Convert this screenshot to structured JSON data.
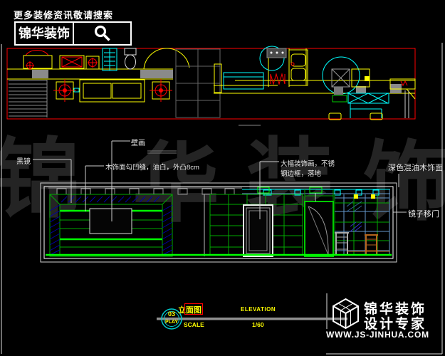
{
  "header": {
    "tagline": "更多装修资讯敬请搜索",
    "brand": "锦华装饰"
  },
  "watermark": {
    "chars": [
      "锦",
      "华",
      "装",
      "饰"
    ]
  },
  "annotations": {
    "hanging_mirror": "黑镜",
    "mural": "壁画",
    "wood_panel": "木饰面勾凹缝，油白，外凸8cm",
    "large_painting_line1": "大幅装饰画，不锈",
    "large_painting_line2": "钢边框，落地",
    "dark_wood": "深色混油木饰面",
    "mirror_door": "镜子移门"
  },
  "title_block": {
    "drawing_no": "03",
    "drawing_code": "PLAY",
    "title_cn": "立面图",
    "title_en": "ELEVATION",
    "scale_label": "SCALE",
    "scale_value": "1/60"
  },
  "footer": {
    "brand_line1": "锦华装饰",
    "brand_line2": "设计专家",
    "website": "WWW.JS-JINHUA.COM"
  },
  "colors": {
    "plan_border": "#ff0000",
    "cad_yellow": "#ffff00",
    "cad_green": "#00cc00",
    "cad_bright_green": "#00ff00",
    "cad_cyan": "#00ffff",
    "cad_navy_hatch": "#0000aa",
    "cad_steel_blue": "#6699cc",
    "cad_brown": "#b5651d",
    "watermark_gray": "#242424"
  }
}
